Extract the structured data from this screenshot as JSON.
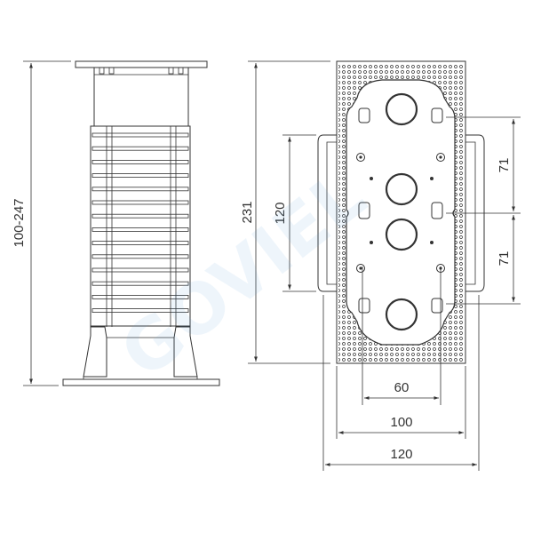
{
  "drawing": {
    "left_view": {
      "height_range_label": "100-247"
    },
    "right_view": {
      "overall_height_label": "231",
      "bracket_height_label": "120",
      "upper_spacing_label": "71",
      "lower_spacing_label": "71",
      "hole_spacing_label": "60",
      "inner_width_label": "100",
      "outer_width_label": "120"
    },
    "watermark": "GOVIEL",
    "colors": {
      "line": "#333333",
      "watermark": "#5b9bd5",
      "background": "#ffffff"
    }
  }
}
